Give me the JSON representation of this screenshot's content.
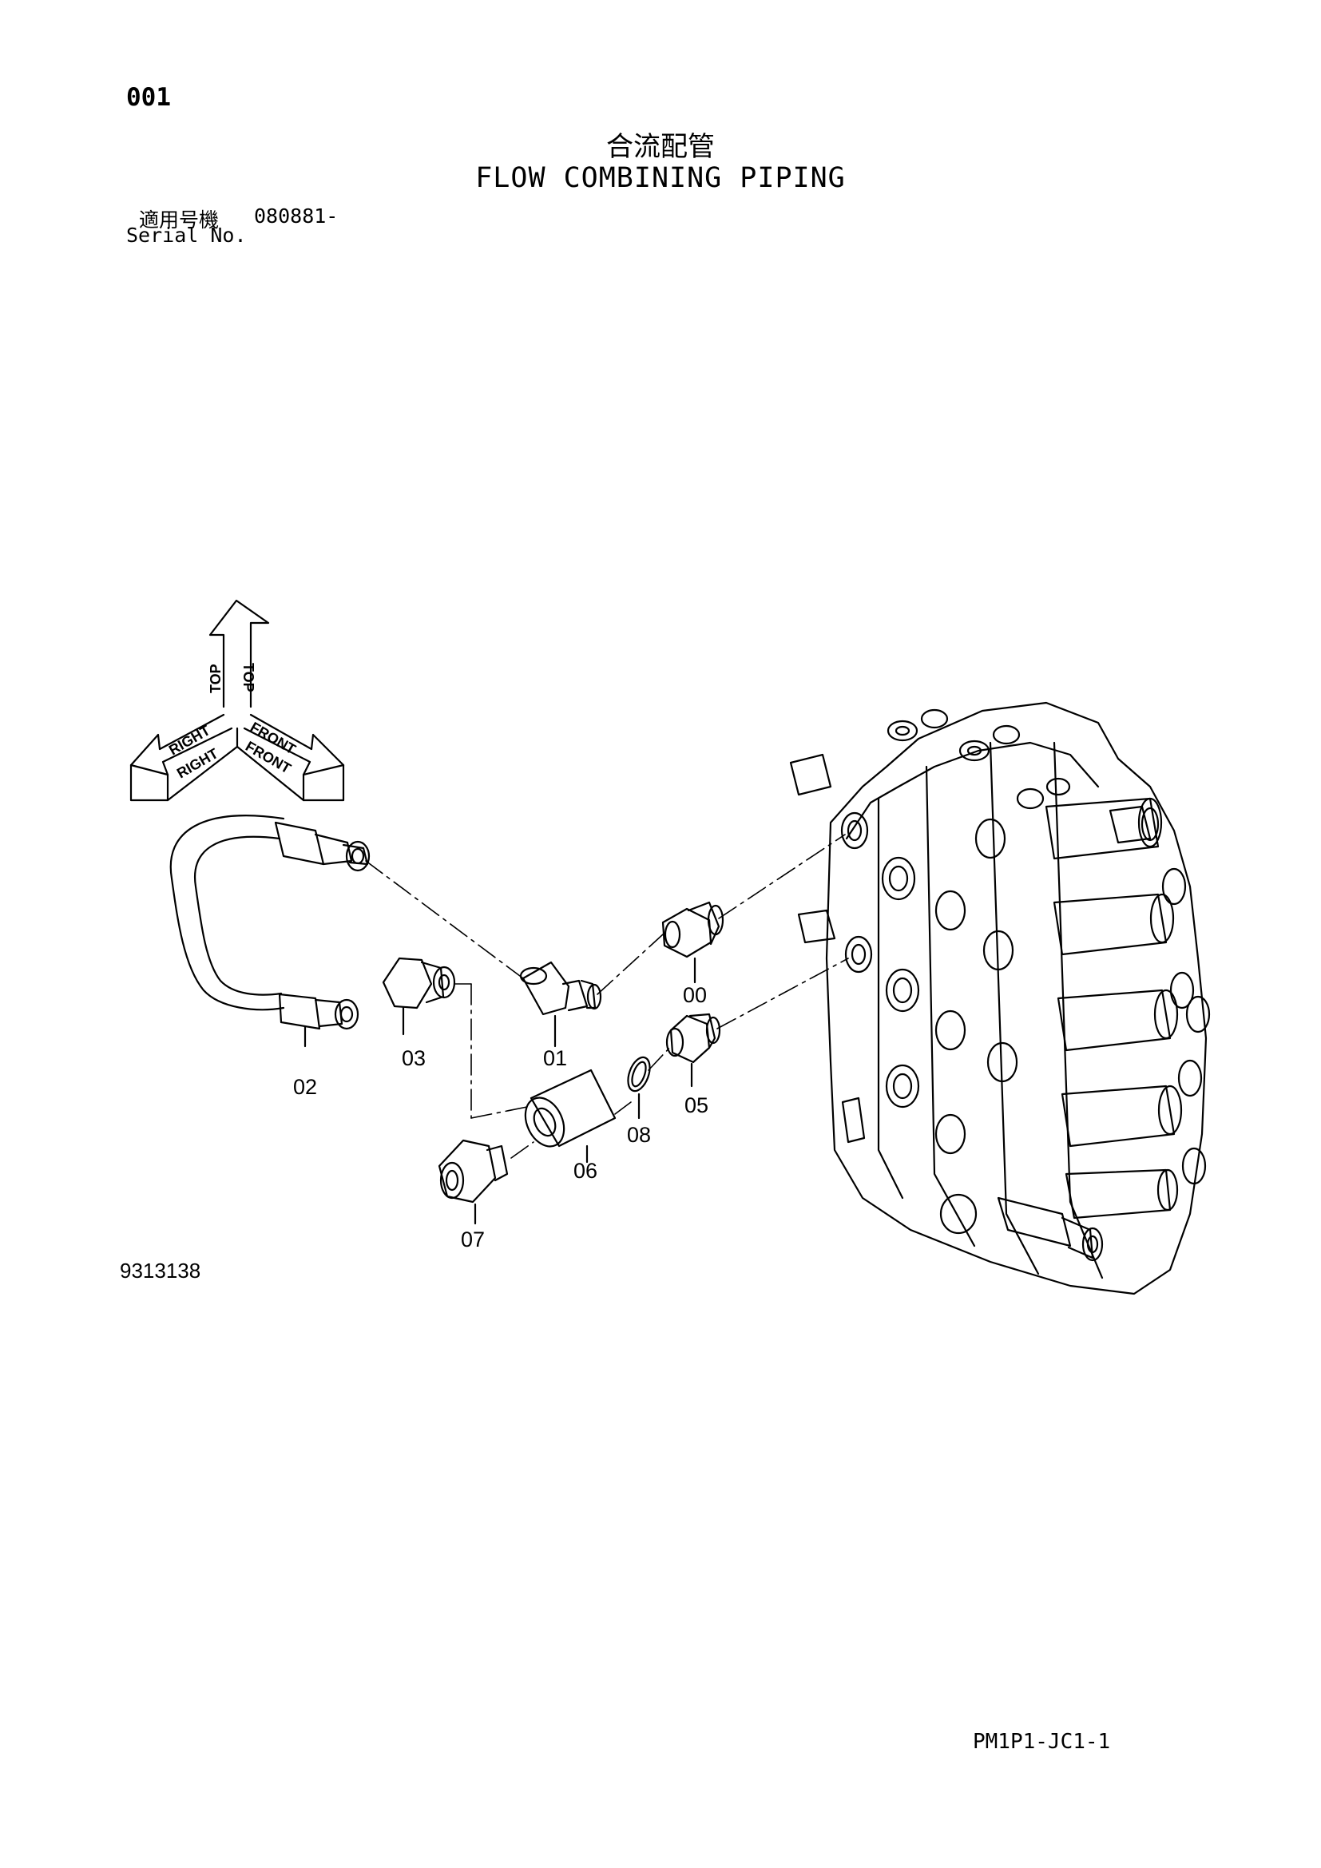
{
  "page_number": "001",
  "title_jp": "合流配管",
  "title_en": "FLOW COMBINING PIPING",
  "serial": {
    "label_jp": "適用号機",
    "value": "080881-",
    "label_en": "Serial No."
  },
  "direction_indicator": {
    "top": "TOP",
    "right": "RIGHT",
    "front": "FRONT"
  },
  "parts": [
    {
      "id": "00"
    },
    {
      "id": "01"
    },
    {
      "id": "02"
    },
    {
      "id": "03"
    },
    {
      "id": "05"
    },
    {
      "id": "06"
    },
    {
      "id": "07"
    },
    {
      "id": "08"
    }
  ],
  "drawing_number": "9313138",
  "sheet_code": "PM1P1-JC1-1"
}
